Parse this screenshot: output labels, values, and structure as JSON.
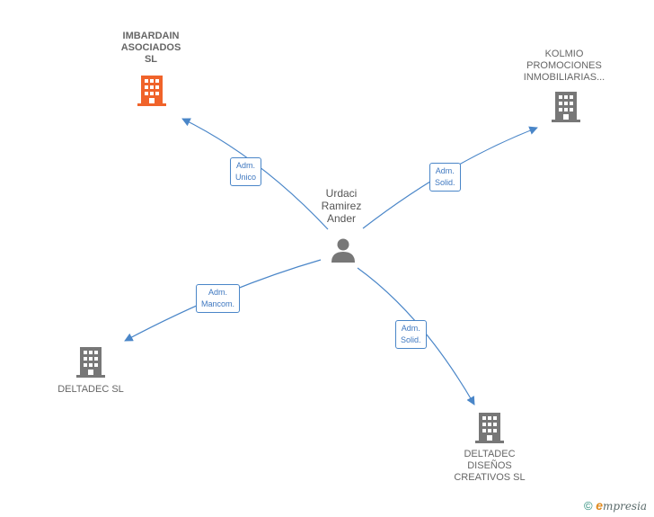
{
  "colors": {
    "edge": "#4a86c8",
    "company_icon": "#777777",
    "highlight_icon": "#f0632a",
    "person_icon": "#777777"
  },
  "center": {
    "name_lines": [
      "Urdaci",
      "Ramirez",
      "Ander"
    ],
    "icon": "person-icon"
  },
  "companies": [
    {
      "id": "imbardain",
      "name_lines": [
        "IMBARDAIN",
        "ASOCIADOS",
        "SL"
      ],
      "highlight": true,
      "icon": "building-icon"
    },
    {
      "id": "kolmio",
      "name_lines": [
        "KOLMIO",
        "PROMOCIONES",
        "INMOBILIARIAS..."
      ],
      "highlight": false,
      "icon": "building-icon"
    },
    {
      "id": "deltadec",
      "name_lines": [
        "DELTADEC  SL"
      ],
      "highlight": false,
      "icon": "building-icon"
    },
    {
      "id": "deltadec-disenos",
      "name_lines": [
        "DELTADEC",
        "DISEÑOS",
        "CREATIVOS  SL"
      ],
      "highlight": false,
      "icon": "building-icon"
    }
  ],
  "relations": [
    {
      "to": "imbardain",
      "label_lines": [
        "Adm.",
        "Unico"
      ]
    },
    {
      "to": "kolmio",
      "label_lines": [
        "Adm.",
        "Solid."
      ]
    },
    {
      "to": "deltadec",
      "label_lines": [
        "Adm.",
        "Mancom."
      ]
    },
    {
      "to": "deltadec-disenos",
      "label_lines": [
        "Adm.",
        "Solid."
      ]
    }
  ],
  "footer": {
    "copyright": "©",
    "brand_initial": "e",
    "brand_rest": "mpresia"
  }
}
